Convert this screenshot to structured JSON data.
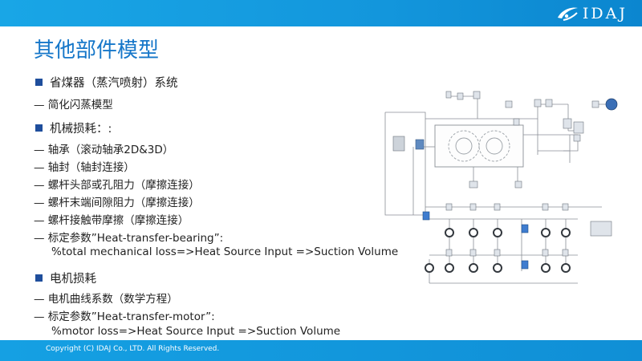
{
  "header": {
    "logo_text": "IDAJ"
  },
  "title": "其他部件模型",
  "content": {
    "economizer_heading": "省煤器（蒸汽喷射）系统",
    "economizer_sub": "— 简化闪蒸模型",
    "mech_heading": "机械损耗：:",
    "mech_items": [
      "— 轴承（滚动轴承2D&3D）",
      "— 轴封（轴封连接）",
      "— 螺杆头部或孔阻力（摩擦连接）",
      "— 螺杆末端间隙阻力（摩擦连接）",
      "— 螺杆接触带摩擦（摩擦连接）",
      "— 标定参数”Heat-transfer-bearing”:"
    ],
    "mech_formula": "%total mechanical loss=>Heat Source Input =>Suction Volume",
    "motor_heading": "电机损耗",
    "motor_items": [
      "— 电机曲线系数（数学方程）",
      "— 标定参数”Heat-transfer-motor”:"
    ],
    "motor_formula": "%motor loss=>Heat Source Input =>Suction Volume"
  },
  "footer": {
    "copyright": "Copyright (C)  IDAJ Co., LTD. All Rights Reserved."
  },
  "colors": {
    "accent": "#1677c9",
    "bar": "#1396dc",
    "bullet": "#1f4e9c"
  }
}
